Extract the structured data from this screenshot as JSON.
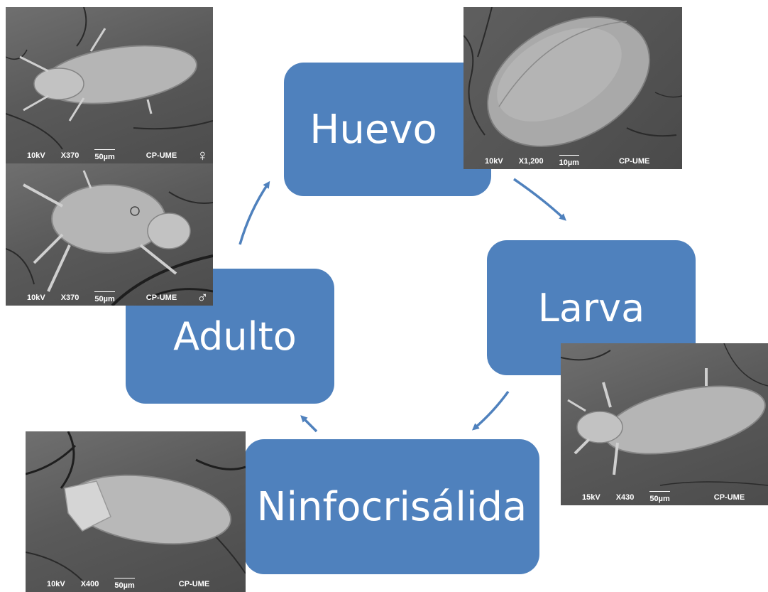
{
  "stages": {
    "huevo": "Huevo",
    "larva": "Larva",
    "ninfocrisalida": "Ninfocrisálida",
    "adulto": "Adulto"
  },
  "photos": {
    "egg": {
      "voltage": "10kV",
      "magnification": "X1,200",
      "scale": "10µm",
      "lab": "CP-UME"
    },
    "female": {
      "voltage": "10kV",
      "magnification": "X370",
      "scale": "50µm",
      "lab": "CP-UME",
      "gender": "♀"
    },
    "male": {
      "voltage": "10kV",
      "magnification": "X370",
      "scale": "50µm",
      "lab": "CP-UME",
      "gender": "♂"
    },
    "larva": {
      "voltage": "15kV",
      "magnification": "X430",
      "scale": "50µm",
      "lab": "CP-UME"
    },
    "ninfo": {
      "voltage": "10kV",
      "magnification": "X400",
      "scale": "50µm",
      "lab": "CP-UME"
    }
  },
  "colors": {
    "box": "#4f81bd",
    "arrow": "#4f81bd",
    "box_text": "#ffffff"
  }
}
